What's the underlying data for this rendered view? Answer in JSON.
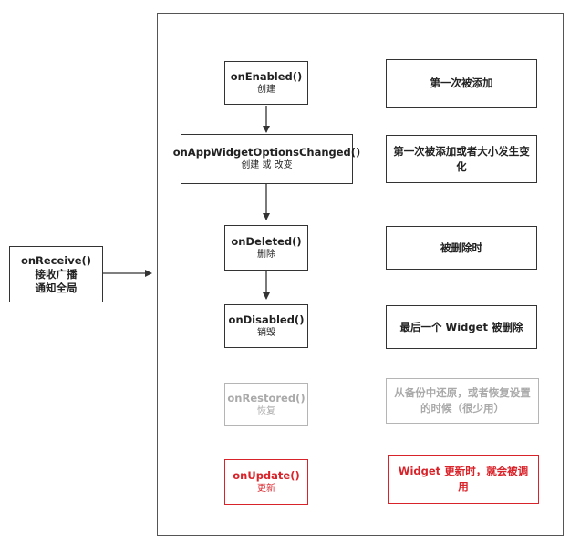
{
  "receiver": {
    "method": "onReceive()",
    "line1": "接收广播",
    "line2": "通知全局"
  },
  "lifecycle": [
    {
      "method": "onEnabled()",
      "label": "创建",
      "desc": "第一次被添加"
    },
    {
      "method": "onAppWidgetOptionsChanged()",
      "label": "创建 或 改变",
      "desc": "第一次被添加或者大小发生变化"
    },
    {
      "method": "onDeleted()",
      "label": "删除",
      "desc": "被删除时"
    },
    {
      "method": "onDisabled()",
      "label": "销毁",
      "desc": "最后一个 Widget 被删除"
    },
    {
      "method": "onRestored()",
      "label": "恢复",
      "desc": "从备份中还原，或者恢复设置的时候（很少用）"
    },
    {
      "method": "onUpdate()",
      "label": "更新",
      "desc": "Widget 更新时，就会被调用"
    }
  ],
  "colors": {
    "border": "#333333",
    "muted": "#aaaaaa",
    "highlight": "#d9232a"
  }
}
